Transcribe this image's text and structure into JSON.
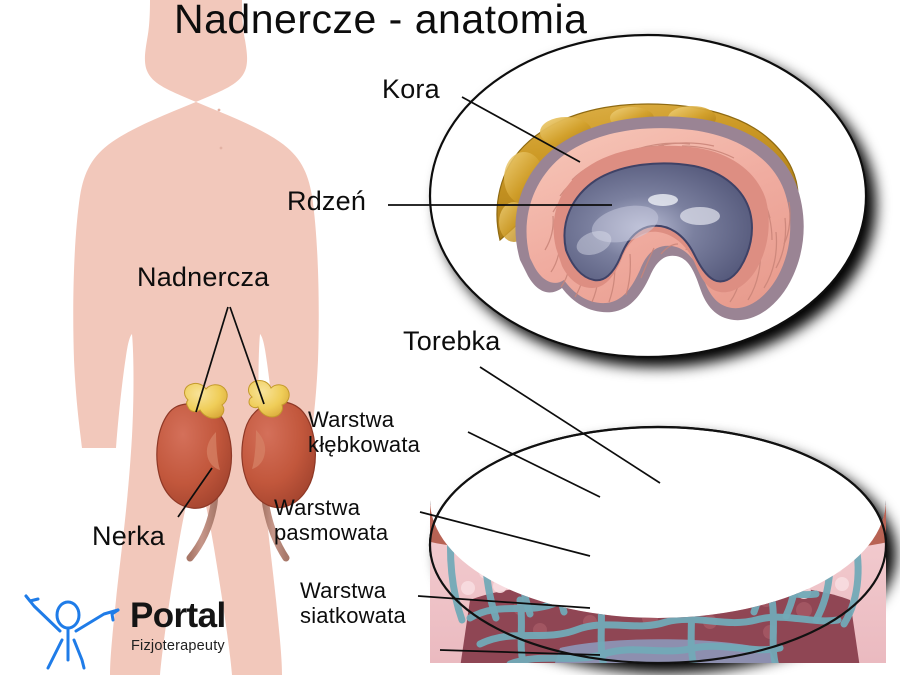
{
  "page": {
    "title": "Nadnercze - anatomia",
    "language": "pl",
    "background_color": "#ffffff",
    "skin_color": "#f2c8bb",
    "line_color": "#0d0d0d"
  },
  "labels": {
    "cortex": "Kora",
    "medulla": "Rdzeń",
    "adrenal_glands": "Nadnercza",
    "kidney": "Nerka",
    "capsule": "Torebka",
    "zona_glomerulosa_line1": "Warstwa",
    "zona_glomerulosa_line2": "kłębkowata",
    "zona_fasciculata_line1": "Warstwa",
    "zona_fasciculata_line2": "pasmowata",
    "zona_reticularis_line1": "Warstwa",
    "zona_reticularis_line2": "siatkowata"
  },
  "logo": {
    "word": "Portal",
    "subtitle": "Fizjoterapeuty",
    "figure_color": "#1f7ce8"
  },
  "illustrations": {
    "adrenal_cross_section": {
      "name": "adrenal-gland-cross-section",
      "outer_fat": "#c8941f",
      "capsule": "#9a8494",
      "cortex": "#f0b0a6",
      "cortex_inner": "#e28d82",
      "medulla": "#5d6285"
    },
    "histology": {
      "name": "adrenal-cortex-histology",
      "capsule": "#3d7d93",
      "glomerulosa": "#b05548",
      "fasciculata": "#f0c0c4",
      "reticularis": "#8e404f",
      "medulla": "#8a8fb0",
      "vessels": "#72aab8"
    },
    "kidneys": {
      "name": "kidneys-with-adrenal-glands",
      "kidney_color": "#c1553b",
      "adrenal_color": "#f0cf5c",
      "ureter_color": "#b98a7a"
    }
  }
}
